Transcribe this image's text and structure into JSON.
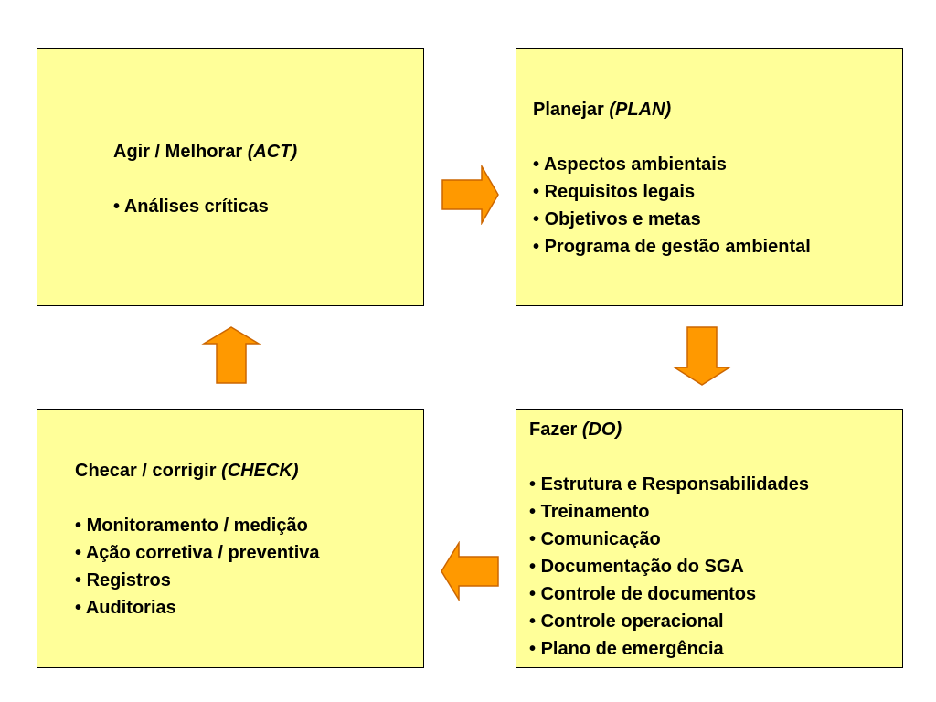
{
  "colors": {
    "box_fill": "#ffff99",
    "box_border": "#000000",
    "arrow_fill": "#ff9900",
    "arrow_stroke": "#cc6600"
  },
  "boxes": {
    "act": {
      "title": "Agir / Melhorar",
      "title_em": "(ACT)",
      "items": [
        "Análises críticas"
      ]
    },
    "plan": {
      "title": "Planejar",
      "title_em": "(PLAN)",
      "items": [
        "Aspectos ambientais",
        "Requisitos legais",
        "Objetivos e metas",
        "Programa de gestão ambiental"
      ]
    },
    "check": {
      "title": "Checar / corrigir",
      "title_em": "(CHECK)",
      "items": [
        "Monitoramento / medição",
        "Ação corretiva / preventiva",
        "Registros",
        "Auditorias"
      ]
    },
    "do": {
      "title": "Fazer",
      "title_em": "(DO)",
      "items": [
        "Estrutura e Responsabilidades",
        "Treinamento",
        "Comunicação",
        "Documentação do SGA",
        "Controle de documentos",
        "Controle operacional",
        "Plano de emergência"
      ]
    }
  },
  "bullet": "•",
  "arrows": {
    "act_to_plan": "arrow-right-icon",
    "plan_to_do": "arrow-down-icon",
    "do_to_check": "arrow-left-icon",
    "check_to_act": "arrow-up-icon"
  }
}
